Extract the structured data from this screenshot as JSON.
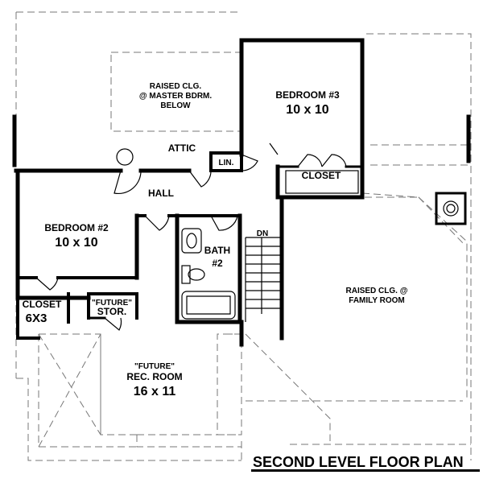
{
  "plan_title": "SECOND LEVEL FLOOR PLAN",
  "rooms": {
    "bedroom3": {
      "name": "BEDROOM #3",
      "size": "10 x 10"
    },
    "bedroom2": {
      "name": "BEDROOM #2",
      "size": "10 x 10"
    },
    "bath": {
      "line1": "BATH",
      "line2": "#2"
    },
    "rec_room": {
      "line1": "\"FUTURE\"",
      "line2": "REC. ROOM",
      "size": "16 x 11"
    },
    "future_stor": {
      "line1": "\"FUTURE\"",
      "line2": "STOR."
    },
    "closet_small": {
      "line1": "CLOSET",
      "line2": "6X3"
    },
    "closet_bed3": "CLOSET",
    "lin": "LIN.",
    "hall": "HALL",
    "attic": "ATTIC",
    "stairs_dn": "DN"
  },
  "notes": {
    "raised_master": {
      "line1": "RAISED CLG.",
      "line2": "@ MASTER BDRM.",
      "line3": "BELOW"
    },
    "raised_family": {
      "line1": "RAISED CLG. @",
      "line2": "FAMILY ROOM"
    }
  }
}
